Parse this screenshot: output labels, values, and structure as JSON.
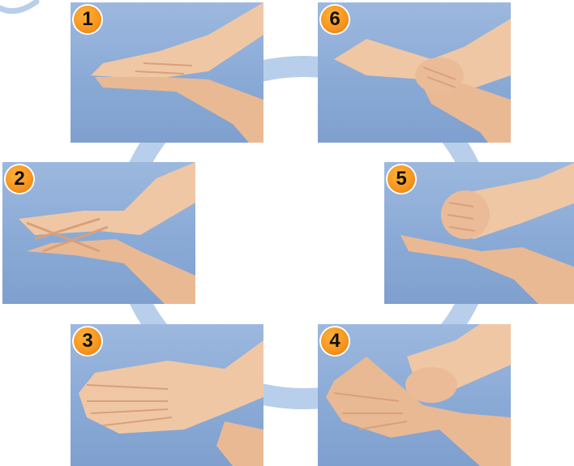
{
  "steps": [
    {
      "number": "1",
      "depicts": "palm-to-palm"
    },
    {
      "number": "2",
      "depicts": "fingers-interlaced"
    },
    {
      "number": "3",
      "depicts": "back-of-hands"
    },
    {
      "number": "4",
      "depicts": "palm-over-back"
    },
    {
      "number": "5",
      "depicts": "fist-in-palm"
    },
    {
      "number": "6",
      "depicts": "wrist-rubbing"
    }
  ],
  "colors": {
    "ring": "#b8cfeb",
    "photo_bg": "#8aaad6",
    "badge": "#f7941d",
    "badge_text": "#111111",
    "skin": "#f0c7a4"
  }
}
